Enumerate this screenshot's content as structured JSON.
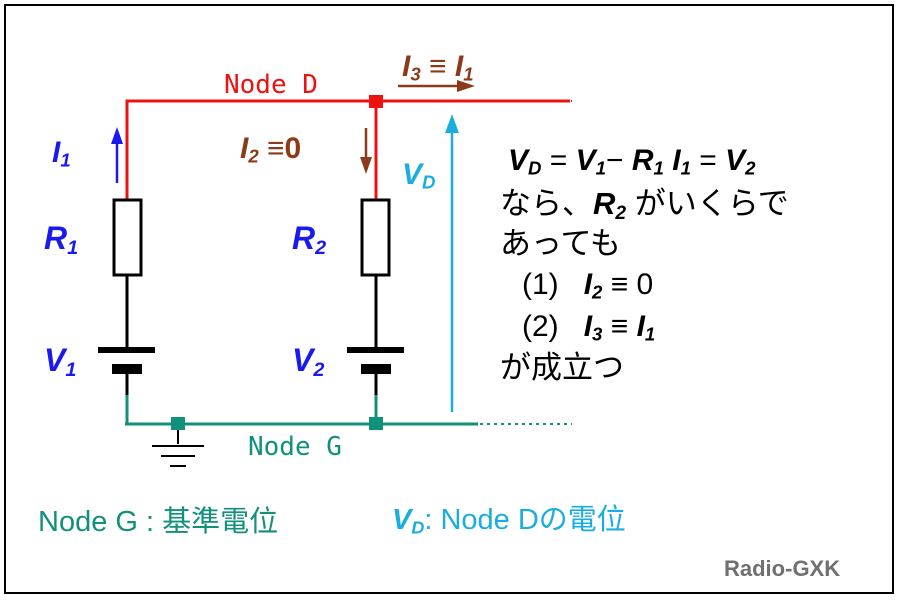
{
  "colors": {
    "red_wire": "#ee1111",
    "black_wire": "#000000",
    "green_wire": "#11907a",
    "current_blue": "#1a1aee",
    "voltage_cyan": "#1aaee0",
    "current_brown": "#8b3a1a",
    "watermark_gray": "#707070"
  },
  "nodes": {
    "node_d": "Node D",
    "node_g": "Node G"
  },
  "labels": {
    "i1": {
      "sym": "I",
      "sub": "1"
    },
    "i2": {
      "sym": "I",
      "sub": "2",
      "rest": " ≡0"
    },
    "i3": {
      "sym": "I",
      "sub": "3",
      "mid": " ≡ ",
      "sym2": "I",
      "sub2": "1"
    },
    "r1": {
      "sym": "R",
      "sub": "1"
    },
    "r2": {
      "sym": "R",
      "sub": "2"
    },
    "v1": {
      "sym": "V",
      "sub": "1"
    },
    "v2": {
      "sym": "V",
      "sub": "2"
    },
    "vd": {
      "sym": "V",
      "sub": "D"
    }
  },
  "explanation": {
    "eq": {
      "vd": "V",
      "vd_sub": "D",
      "eq1": " = ",
      "v1": "V",
      "v1_sub": "1",
      "minus": "− ",
      "r1": "R",
      "r1_sub": "1",
      "sp": " ",
      "i1": "I",
      "i1_sub": "1",
      "eq2": " = ",
      "v2": "V",
      "v2_sub": "2"
    },
    "line2_pre": "なら、",
    "line2_r": "R",
    "line2_r_sub": "2",
    "line2_post": " がいくらで",
    "line3": "あっても",
    "item1_num": "(1)",
    "item1_sym": "I",
    "item1_sub": "2",
    "item1_rest": " ≡  0",
    "item2_num": "(2)",
    "item2_sym": "I",
    "item2_sub": "3",
    "item2_mid": " ≡ ",
    "item2_sym2": "I",
    "item2_sub2": "1",
    "line6": "が成立つ"
  },
  "legend": {
    "node_g": "Node G : 基準電位",
    "vd_sym": "V",
    "vd_sub": "D",
    "vd_text": ": Node Dの電位"
  },
  "watermark": "Radio-GXK"
}
